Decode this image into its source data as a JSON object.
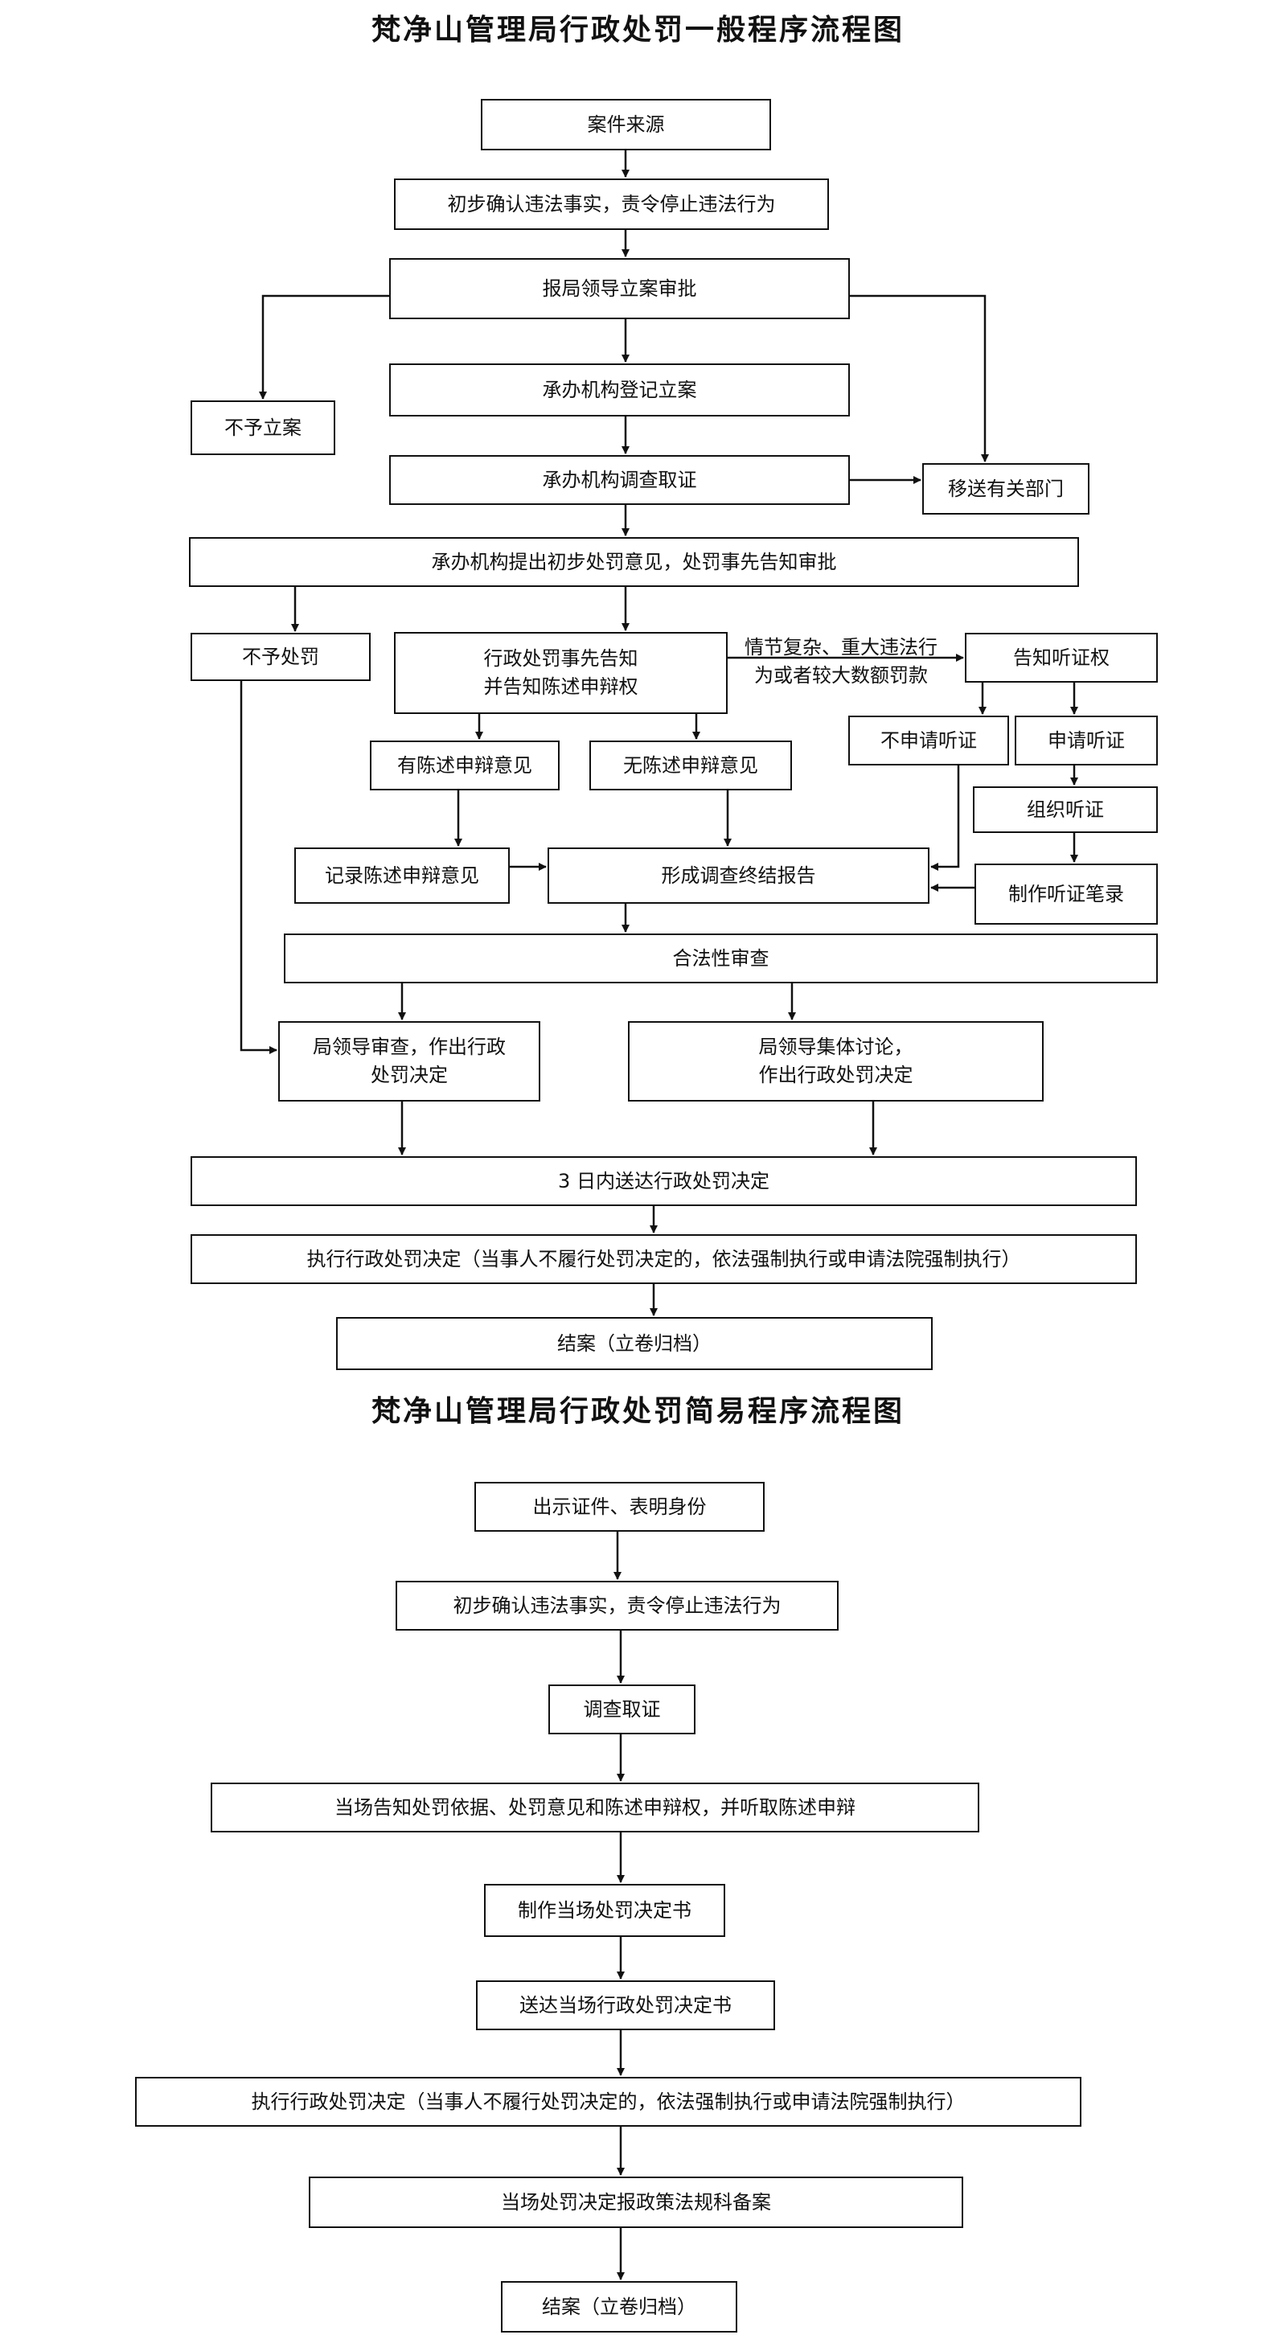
{
  "general": {
    "title": "梵净山管理局行政处罚一般程序流程图",
    "case_source": "案件来源",
    "confirm": "初步确认违法事实，责令停止违法行为",
    "report_approval": "报局领导立案审批",
    "no_case": "不予立案",
    "register": "承办机构登记立案",
    "investigate": "承办机构调查取证",
    "transfer": "移送有关部门",
    "proposal": "承办机构提出初步处罚意见，处罚事先告知审批",
    "no_penalty": "不予处罚",
    "prior_notice": "行政处罚事先告知\n并告知陈述申辩权",
    "complex_label": "情节复杂、重大违法行\n为或者较大数额罚款",
    "hearing_notice": "告知听证权",
    "no_hearing": "不申请听证",
    "apply_hearing": "申请听证",
    "has_defense": "有陈述申辩意见",
    "no_defense": "无陈述申辩意见",
    "organize_hearing": "组织听证",
    "record_defense": "记录陈述申辩意见",
    "final_report": "形成调查终结报告",
    "hearing_record": "制作听证笔录",
    "legality_review": "合法性审查",
    "leader_review": "局领导审查，作出行政\n处罚决定",
    "collective": "局领导集体讨论，\n作出行政处罚决定",
    "deliver": "3 日内送达行政处罚决定",
    "execute": "执行行政处罚决定（当事人不履行处罚决定的，依法强制执行或申请法院强制执行）",
    "close": "结案（立卷归档）"
  },
  "simple": {
    "title": "梵净山管理局行政处罚简易程序流程图",
    "show_id": "出示证件、表明身份",
    "confirm": "初步确认违法事实，责令停止违法行为",
    "investigate": "调查取证",
    "notify": "当场告知处罚依据、处罚意见和陈述申辩权，并听取陈述申辩",
    "make_decision": "制作当场处罚决定书",
    "deliver": "送达当场行政处罚决定书",
    "execute": "执行行政处罚决定（当事人不履行处罚决定的，依法强制执行或申请法院强制执行）",
    "file": "当场处罚决定报政策法规科备案",
    "close": "结案（立卷归档）"
  }
}
